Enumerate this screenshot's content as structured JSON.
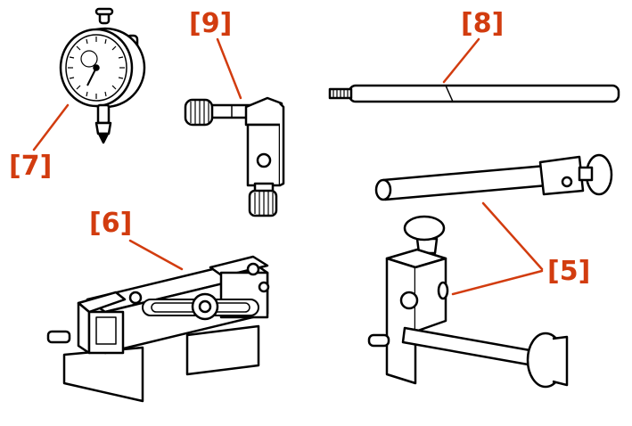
{
  "diagram": {
    "label_color": "#d23c0f",
    "line_color": "#000000",
    "callouts": {
      "c5": "[5]",
      "c6": "[6]",
      "c7": "[7]",
      "c8": "[8]",
      "c9": "[9]"
    }
  }
}
